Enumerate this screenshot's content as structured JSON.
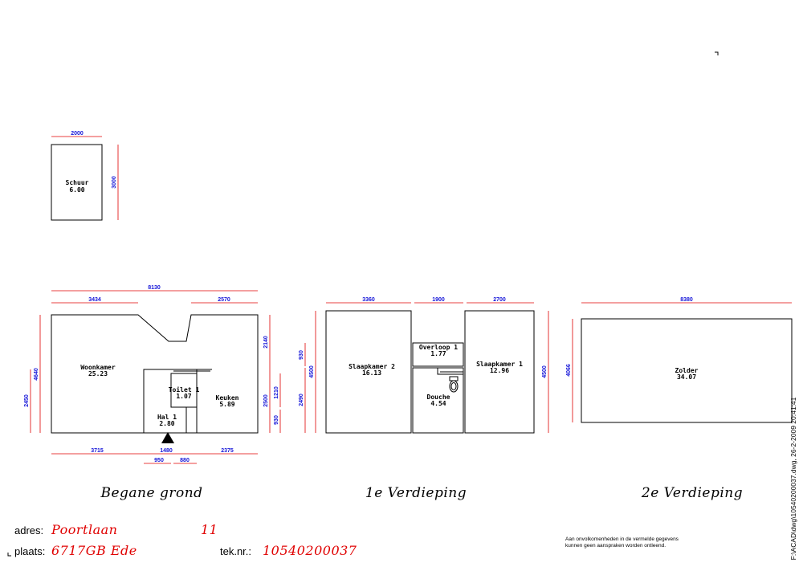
{
  "rooms": {
    "schuur": {
      "name": "Schuur",
      "area": "6.00"
    },
    "woonkamer": {
      "name": "Woonkamer",
      "area": "25.23"
    },
    "toilet": {
      "name": "Toilet 1",
      "area": "1.07"
    },
    "keuken": {
      "name": "Keuken",
      "area": "5.89"
    },
    "hal": {
      "name": "Hal 1",
      "area": "2.80"
    },
    "overloop": {
      "name": "Overloop 1",
      "area": "1.77"
    },
    "slaapkamer2": {
      "name": "Slaapkamer 2",
      "area": "16.13"
    },
    "slaapkamer1": {
      "name": "Slaapkamer 1",
      "area": "12.96"
    },
    "douche": {
      "name": "Douche",
      "area": "4.54"
    },
    "zolder": {
      "name": "Zolder",
      "area": "34.07"
    }
  },
  "dims": {
    "schuur_w": "2000",
    "schuur_h": "3000",
    "g_total": "8130",
    "g_left": "3434",
    "g_right": "2570",
    "g_h": "4640",
    "g_lower_left": "2450",
    "g_r1": "2140",
    "g_r2": "2500",
    "g_r3": "1210",
    "g_r4": "930",
    "g_b1": "3715",
    "g_b2": "1480",
    "g_b3": "2375",
    "g_b4": "950",
    "g_b5": "880",
    "v1_a": "3360",
    "v1_b": "1900",
    "v1_c": "2700",
    "v1_l1": "930",
    "v1_l2": "4500",
    "v1_l3": "2490",
    "v1_r": "4500",
    "v2_w": "8380",
    "v2_h": "4066"
  },
  "floors": {
    "ground": "Begane grond",
    "first": "1e Verdieping",
    "second": "2e Verdieping"
  },
  "info": {
    "adres_label": "adres:",
    "adres_street": "Poortlaan",
    "adres_number": "11",
    "plaats_label": "plaats:",
    "plaats_value": "6717GB  Ede",
    "teknr_label": "tek.nr.:",
    "teknr_value": "10540200037"
  },
  "disclaimer": {
    "line1": "Aan onvolkomenheden in de vermelde gegevens",
    "line2": "kunnen geen aanspraken worden ontleend."
  },
  "filepath": "F:\\ACAD\\dwg\\10540200037.dwg, 26-2-2009 20:41:41",
  "colors": {
    "walls": "#000000",
    "dimension_lines": "#e00000",
    "dimension_text": "#1414d8",
    "address_text": "#e00000"
  }
}
